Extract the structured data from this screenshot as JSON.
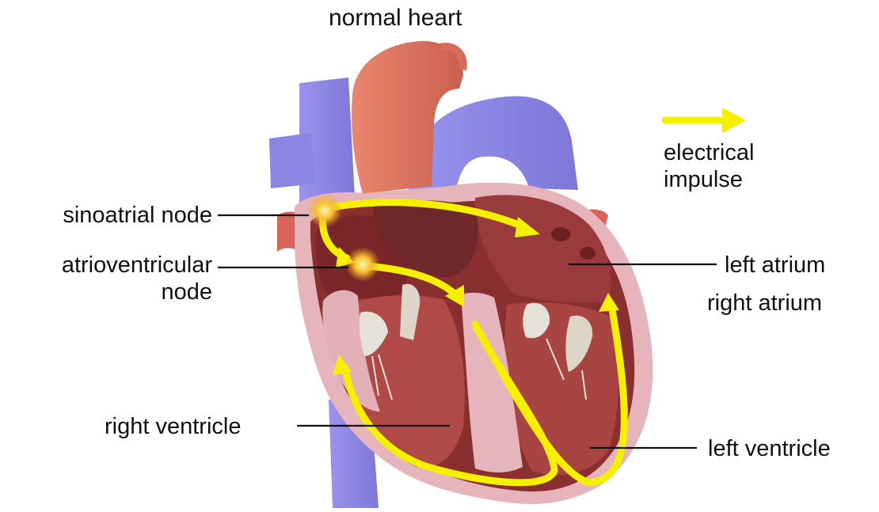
{
  "title": "normal heart",
  "legend": {
    "label_line1": "electrical",
    "label_line2": "impulse",
    "arrow_color": "#f4f000"
  },
  "labels": {
    "sinoatrial_node": "sinoatrial node",
    "av_node_line1": "atrioventricular",
    "av_node_line2": "node",
    "left_atrium": "left atrium",
    "right_atrium": "right atrium",
    "right_ventricle": "right ventricle",
    "left_ventricle": "left ventricle"
  },
  "colors": {
    "veins": "#8a84e6",
    "aorta": "#e07a65",
    "myocardium": "#8a2f30",
    "chamber": "#b04a48",
    "wall": "#e8b7bd",
    "impulse": "#f4f000",
    "node_glow": "#f0a020"
  }
}
